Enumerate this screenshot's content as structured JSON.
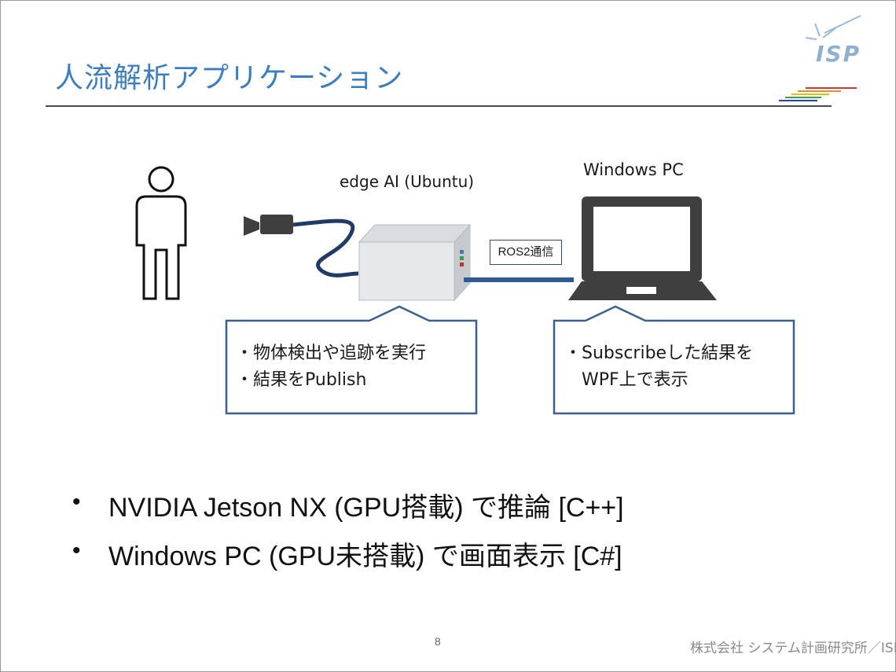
{
  "slide": {
    "title": "人流解析アプリケーション",
    "logo_text": "ISP",
    "page_number": "8",
    "footer": "株式会社 システム計画研究所／ISP"
  },
  "diagram": {
    "edge_label": "edge AI (Ubuntu)",
    "pc_label": "Windows PC",
    "link_label": "ROS2通信",
    "edge_callout": [
      "・物体検出や追跡を実行",
      "・結果をPublish"
    ],
    "pc_callout": [
      "・Subscribeした結果を",
      "　WPF上で表示"
    ],
    "icons": [
      "person-icon",
      "camera-icon",
      "edge-device-icon",
      "laptop-icon"
    ],
    "colors": {
      "title": "#3c7ebf",
      "line": "#2d4e7a",
      "icon": "#3f3f3f"
    }
  },
  "bullets": [
    "NVIDIA Jetson NX (GPU搭載) で推論 [C++]",
    "Windows PC (GPU未搭載) で画面表示 [C#]"
  ]
}
